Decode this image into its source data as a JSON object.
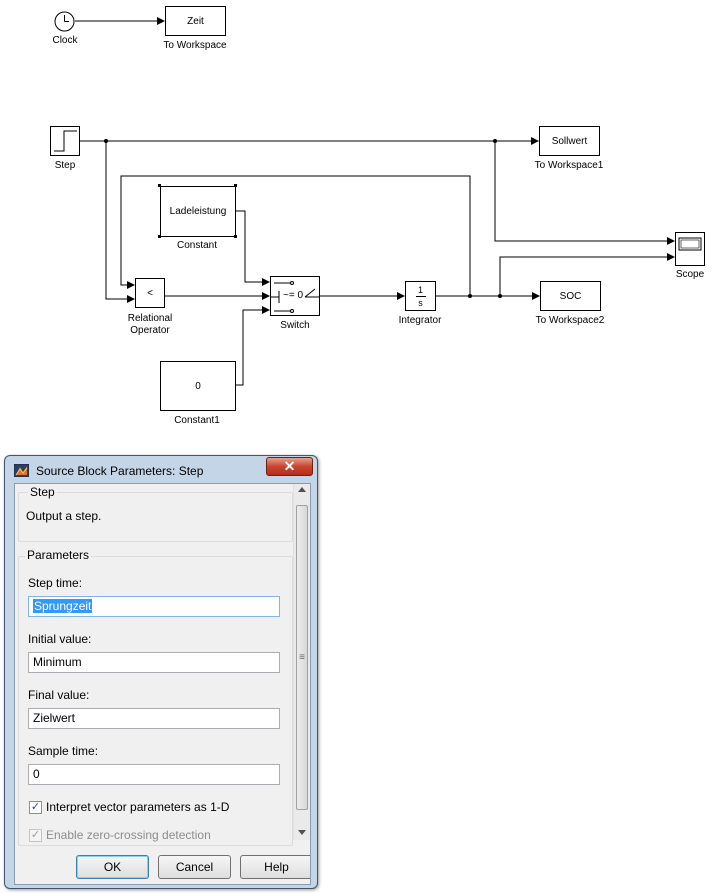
{
  "diagram": {
    "clock_label": "Clock",
    "zeit_text": "Zeit",
    "zeit_label": "To Workspace",
    "step_label": "Step",
    "sollwert_text": "Sollwert",
    "sollwert_label": "To Workspace1",
    "constant_text": "Ladeleistung",
    "constant_label": "Constant",
    "relop_text": "<",
    "relop_label_1": "Relational",
    "relop_label_2": "Operator",
    "switch_text": "~= 0",
    "switch_label": "Switch",
    "integrator_num": "1",
    "integrator_den": "s",
    "integrator_label": "Integrator",
    "soc_text": "SOC",
    "soc_label": "To Workspace2",
    "scope_label": "Scope",
    "constant1_text": "0",
    "constant1_label": "Constant1"
  },
  "dialog": {
    "title": "Source Block Parameters: Step",
    "close_glyph": "✕",
    "group_step": "Step",
    "description": "Output a step.",
    "group_params": "Parameters",
    "step_time_label": "Step time:",
    "step_time_value": "Sprungzeit",
    "initial_value_label": "Initial value:",
    "initial_value_value": "Minimum",
    "final_value_label": "Final value:",
    "final_value_value": "Zielwert",
    "sample_time_label": "Sample time:",
    "sample_time_value": "0",
    "interpret_label": "Interpret vector parameters as 1-D",
    "zero_cross_label": "Enable zero-crossing detection",
    "check_glyph": "✓",
    "ok": "OK",
    "cancel": "Cancel",
    "help": "Help",
    "scroll_grip": "≡"
  }
}
